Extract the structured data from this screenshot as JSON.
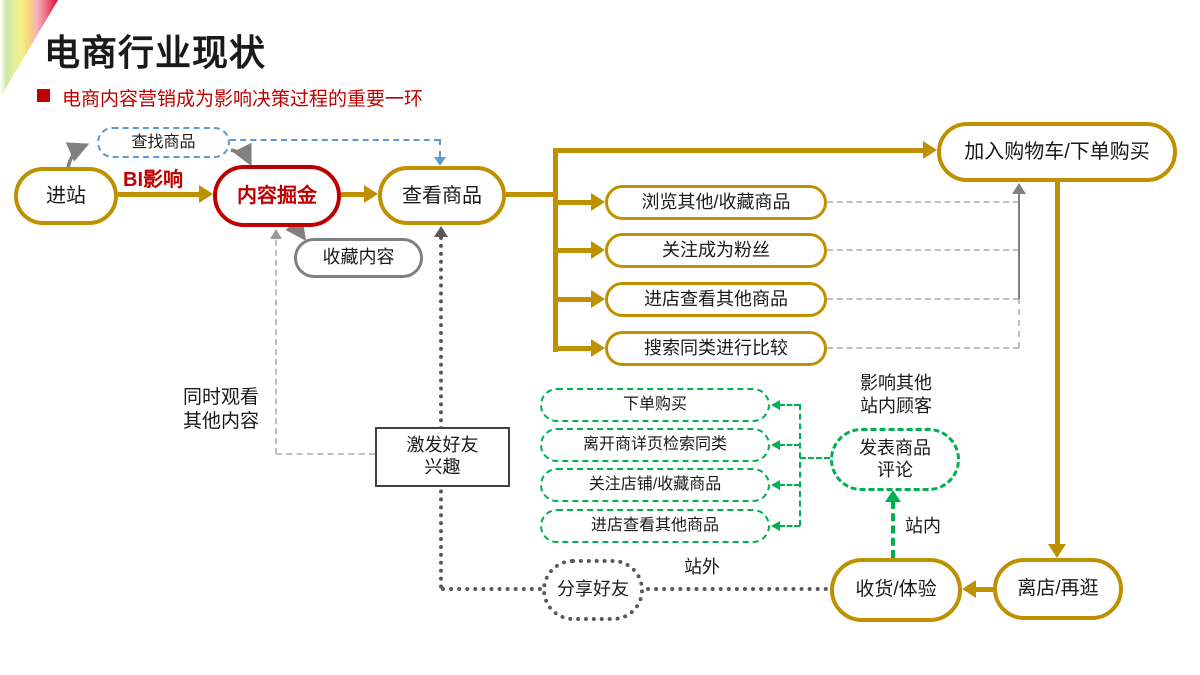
{
  "slide": {
    "title": "电商行业现状",
    "subtitle": "电商内容营销成为影响决策过程的重要一环"
  },
  "nodes": {
    "enter_site": "进站",
    "search_product": "查找商品",
    "content_mining": "内容掘金",
    "save_content": "收藏内容",
    "view_product": "查看商品",
    "add_cart": "加入购物车/下单购买",
    "gold_actions": [
      "浏览其他/收藏商品",
      "关注成为粉丝",
      "进店查看其他商品",
      "搜索同类进行比较"
    ],
    "green_actions": [
      "下单购买",
      "离开商详页检索同类",
      "关注店铺/收藏商品",
      "进店查看其他商品"
    ],
    "post_review_line1": "发表商品",
    "post_review_line2": "评论",
    "inspire_line1": "激发好友",
    "inspire_line2": "兴趣",
    "share_friends": "分享好友",
    "receive_experience": "收货/体验",
    "leave_store": "离店/再逛"
  },
  "labels": {
    "bi_influence": "BI影响",
    "watch_other_line1": "同时观看",
    "watch_other_line2": "其他内容",
    "influence_line1": "影响其他",
    "influence_line2": "站内顾客",
    "onsite": "站内",
    "offsite": "站外"
  },
  "colors": {
    "gold": "#BF9000",
    "red": "#C00000",
    "blue": "#5B9BD5",
    "green": "#00B050",
    "gray": "#808080",
    "dark_gray": "#595959",
    "light_gray": "#BFBFBF"
  }
}
